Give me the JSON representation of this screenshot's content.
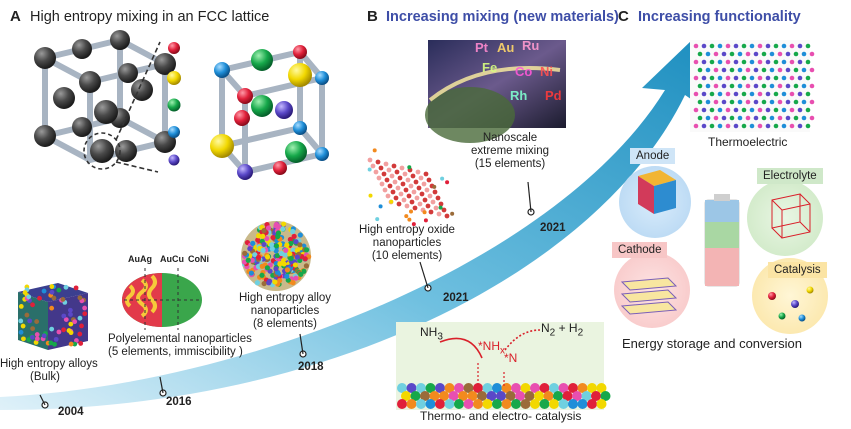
{
  "panels": {
    "a": {
      "letter": "A",
      "heading": "High entropy mixing in an FCC lattice"
    },
    "b": {
      "letter": "B",
      "heading": "Increasing mixing (new materials)"
    },
    "c": {
      "letter": "C",
      "heading": "Increasing functionality"
    }
  },
  "milestones": [
    {
      "year": "2004",
      "label_line1": "High entropy alloys",
      "label_line2": "(Bulk)"
    },
    {
      "year": "2016",
      "label_line1": "Polyelemental nanoparticles",
      "label_line2": "(5 elements, immiscibility )",
      "segments": [
        "AuAg",
        "AuCu",
        "CoNi"
      ]
    },
    {
      "year": "2018",
      "label_line1": "High entropy alloy",
      "label_line2": "nanoparticles",
      "label_line3": "(8 elements)"
    },
    {
      "year": "2021",
      "label_line1": "High entropy oxide",
      "label_line2": "nanoparticles",
      "label_line3": "(10 elements)"
    },
    {
      "year": "2021",
      "label_line1": "Nanoscale",
      "label_line2": "extreme mixing",
      "label_line3": "(15 elements)"
    }
  ],
  "catalysis": {
    "reactant": "NH3",
    "intermediates": [
      "*NHx",
      "*N"
    ],
    "products": "N2 + H2",
    "caption": "Thermo- and electro- catalysis"
  },
  "functionality": {
    "thermoelectric": "Thermoelectric",
    "anode": "Anode",
    "electrolyte": "Electrolyte",
    "cathode": "Cathode",
    "catalysis": "Catalysis",
    "energy_caption": "Energy storage and conversion"
  },
  "colors": {
    "heading_blue": "#3e4ea7",
    "arrow": "#1e8fc0",
    "element_palette": [
      "#e0203a",
      "#f2d800",
      "#16a84a",
      "#1e8ed8",
      "#5a48c8"
    ]
  }
}
